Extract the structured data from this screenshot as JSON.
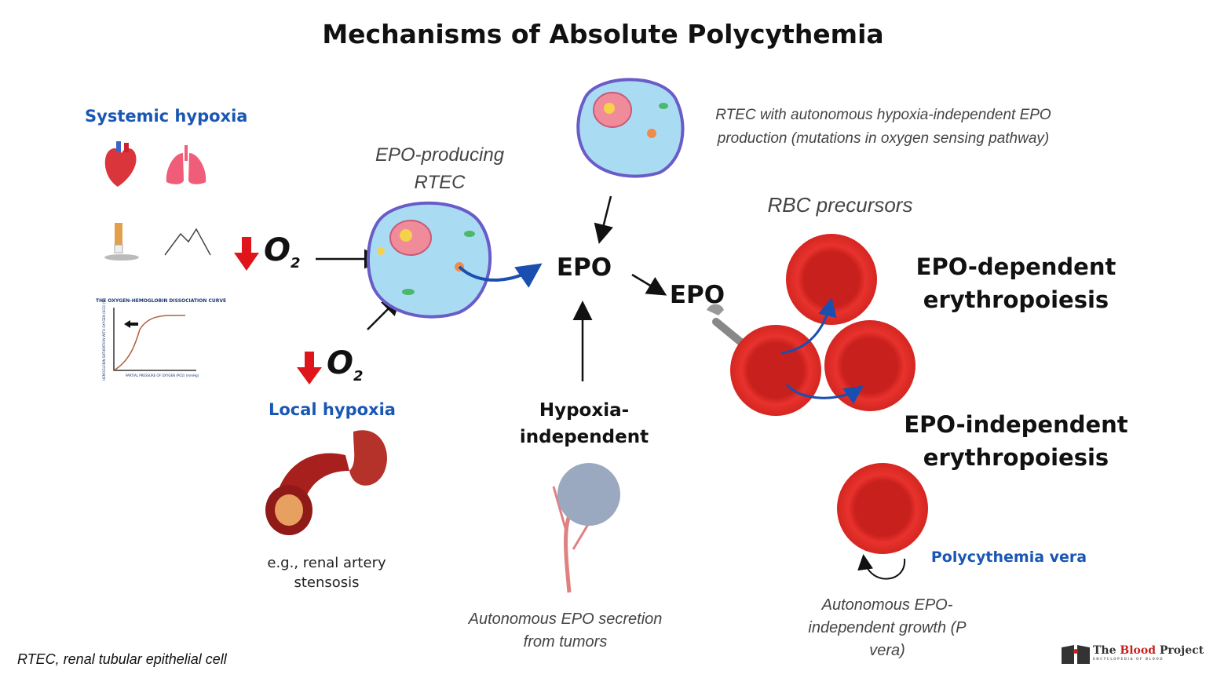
{
  "title": "Mechanisms of Absolute Polycythemia",
  "systemic": {
    "label": "Systemic hypoxia",
    "icons": [
      "heart-icon",
      "lungs-icon",
      "cigarette-icon",
      "mountain-icon"
    ]
  },
  "curve": {
    "title": "THE OXYGEN-HEMOGLOBIN DISSOCIATION CURVE",
    "ylabel": "HEMOGLOBIN SATURATION WITH OXYGEN (SO2) (%)",
    "xlabel": "PARTIAL PRESSURE OF OXYGEN (PO2) (mmHg)"
  },
  "o2_symbol": "O",
  "o2_sub": "2",
  "rtec": {
    "line1": "EPO-producing",
    "line2": "RTEC"
  },
  "local": {
    "label": "Local hypoxia",
    "caption1": "e.g., renal artery",
    "caption2": "stensosis"
  },
  "autonomous_rtec": {
    "line1": "RTEC with autonomous hypoxia-independent EPO",
    "line2": "production (mutations in oxygen sensing pathway)"
  },
  "epo_center": "EPO",
  "epo_receptor": "EPO",
  "hypoxia_independent": {
    "line1": "Hypoxia-",
    "line2": "independent"
  },
  "tumor": {
    "line1": "Autonomous EPO secretion",
    "line2": "from tumors"
  },
  "rbc_precursors": "RBC precursors",
  "epo_dependent": {
    "line1": "EPO-dependent",
    "line2": "erythropoiesis"
  },
  "epo_independent": {
    "line1": "EPO-independent",
    "line2": "erythropoiesis"
  },
  "pv": {
    "label": "Polycythemia vera",
    "line1": "Autonomous EPO-",
    "line2": "independent growth (P",
    "line3": "vera)"
  },
  "footnote": "RTEC, renal tubular epithelial cell",
  "logo": {
    "name": "The Blood Project",
    "word1": "The",
    "word2": "Blood",
    "word3": "Project",
    "tagline": "ENCYCLOPEDIA OF BLOOD"
  },
  "colors": {
    "blue": "#1a57b5",
    "red_arrow": "#e0141b",
    "rbc": "#e3302c",
    "cell_fill": "#a9dcf2",
    "cell_border": "#6a5cc8"
  }
}
